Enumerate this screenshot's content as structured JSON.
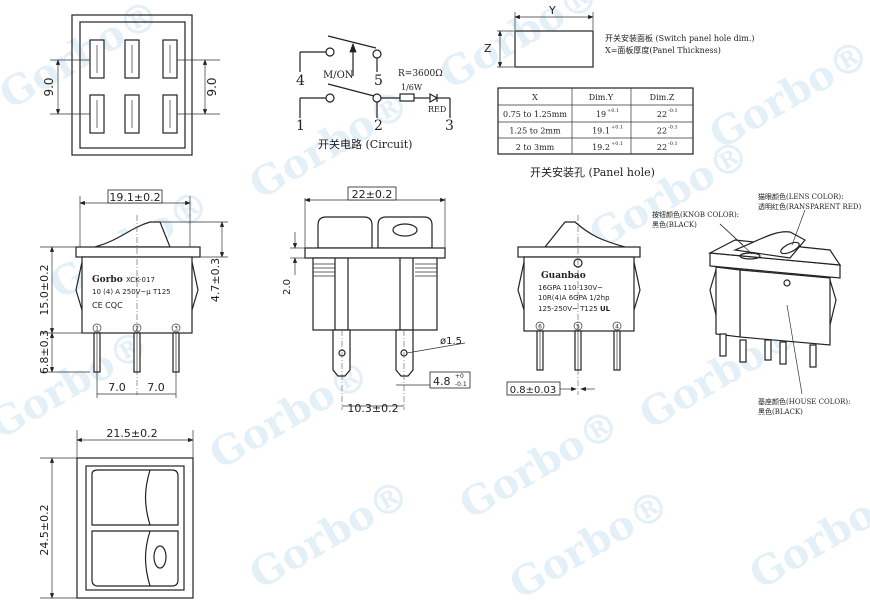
{
  "watermark": "Gorbo®",
  "bottom_view": {
    "dim_left": "9.0",
    "dim_right": "9.0"
  },
  "circuit": {
    "pins": [
      "4",
      "5",
      "1",
      "2",
      "3"
    ],
    "switch_label": "M/ON",
    "resistor": "R=3600Ω",
    "wattage": "1/6W",
    "led": "RED",
    "caption": "开关电路 (Circuit)"
  },
  "panel_hole": {
    "y_label": "Y",
    "z_label": "Z",
    "note1": "开关安装面板 (Switch panel hole dim.)",
    "note2": "X=面板厚度(Panel Thickness)",
    "table": {
      "headers": [
        "X",
        "Dim.Y",
        "Dim.Z"
      ],
      "rows": [
        [
          "0.75 to 1.25mm",
          "19",
          "+0.1",
          "22",
          "-0.1"
        ],
        [
          "1.25 to 2mm",
          "19.1",
          "+0.1",
          "22",
          "-0.1"
        ],
        [
          "2 to 3mm",
          "19.2",
          "+0.1",
          "22",
          "-0.1"
        ]
      ]
    },
    "caption": "开关安装孔 (Panel hole)"
  },
  "side_view_1": {
    "width": "19.1±0.2",
    "height": "15.0±0.2",
    "pin_len": "6.8±0.3",
    "knob_h": "4.7±0.3",
    "pitch1": "7.0",
    "pitch2": "7.0",
    "brand": "Gorbo",
    "model": "XCK-017",
    "rating": "10 (4) A 250V~μ T125",
    "marks": "CE CQC",
    "pin_nums": [
      "1",
      "2",
      "3"
    ]
  },
  "front_view": {
    "width": "22±0.2",
    "plate": "2.0",
    "hole": "ø1.5",
    "tab": "4.8",
    "tab_tol_up": "+0",
    "tab_tol_dn": "-0.1",
    "spacing": "10.3±0.2"
  },
  "side_view_2": {
    "brand": "Guanbao",
    "line1": "16GPA 110-130V~",
    "line2": "10R(4)A 6GPA 1/2hp",
    "line3": "125-250V~ T125",
    "ul": "UL",
    "pin_nums": [
      "6",
      "5",
      "4"
    ],
    "pin_w": "0.8±0.03"
  },
  "perspective": {
    "lens1": "猫眼颜色(LENS COLOR):",
    "lens2": "透明红色(RANSPARENT RED)",
    "knob1": "按钮颜色(KNOB COLOR):",
    "knob2": "黑色(BLACK)",
    "house1": "基座颜色(HOUSE COLOR):",
    "house2": "黑色(BLACK)"
  },
  "top_view": {
    "width": "21.5±0.2",
    "height": "24.5±0.2"
  }
}
